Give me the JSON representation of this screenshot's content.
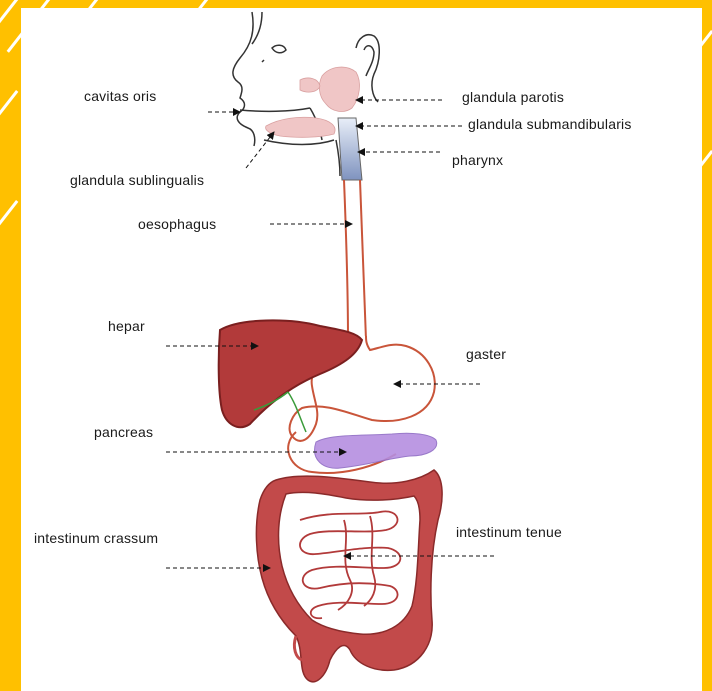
{
  "colors": {
    "border": "#FFC000",
    "panel": "#FFFFFF",
    "liver": "#B23A3A",
    "esophagus": "#C9553A",
    "pharynx": "#7F93BF",
    "pancreas": "#A67DD6",
    "colon": "#C24A4A",
    "glands": "#F0C6C6",
    "gallbladder_duct": "#3A9B3A"
  },
  "labels": {
    "cavitas_oris": "cavitas oris",
    "glandula_parotis": "glandula parotis",
    "glandula_submandibularis": "glandula submandibularis",
    "glandula_sublingualis": "glandula sublingualis",
    "pharynx": "pharynx",
    "oesophagus": "oesophagus",
    "hepar": "hepar",
    "gaster": "gaster",
    "pancreas": "pancreas",
    "intestinum_crassum": "intestinum crassum",
    "intestinum_tenue": "intestinum tenue"
  }
}
